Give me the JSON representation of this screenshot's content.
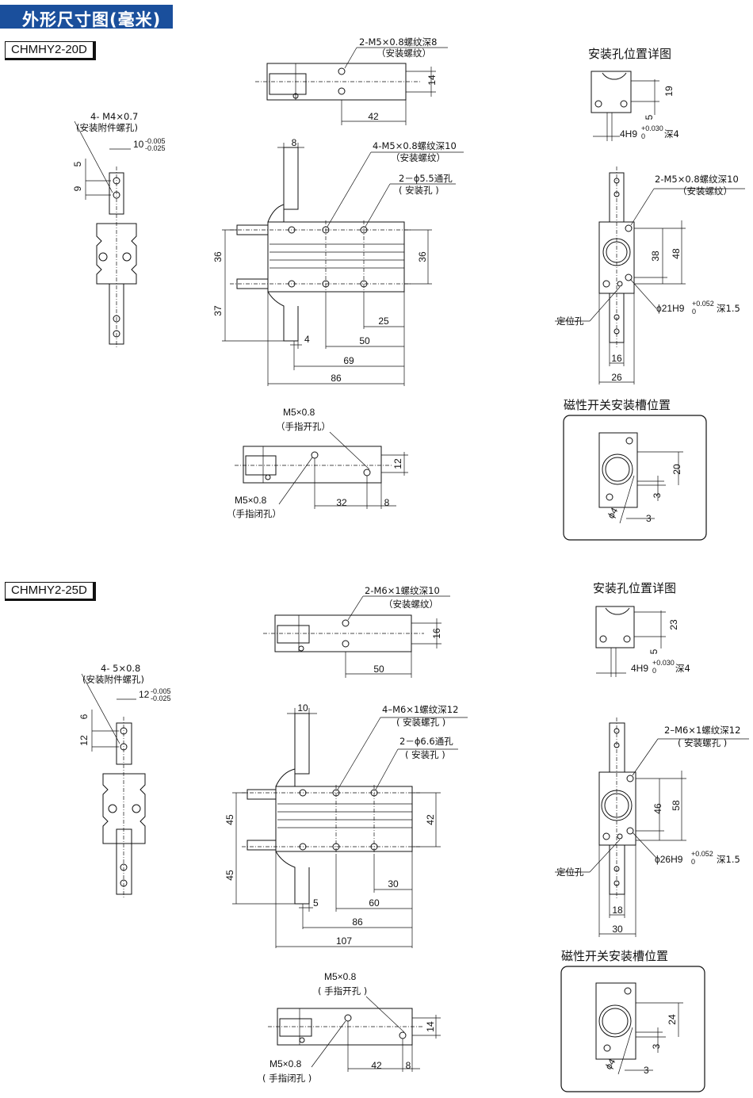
{
  "page_title": "外形尺寸图(毫米)",
  "models": [
    {
      "name": "CHMHY2-20D",
      "top_view": {
        "thread_label": "2-M5×0.8螺纹深8",
        "thread_note": "（安装螺纹）",
        "dim_height": "14",
        "dim_length": "42"
      },
      "detail_view": {
        "title": "安装孔位置详图",
        "dim_19": "19",
        "dim_5": "5",
        "hole_base": "4H9",
        "hole_tol": "+0.030",
        "hole_tol_lo": "0",
        "hole_depth": "深4"
      },
      "side_view": {
        "thread_label": "4- M4×0.7",
        "thread_note": "(安装附件螺孔)",
        "tol_base": "10",
        "tol_hi": "-0.005",
        "tol_lo": "-0.025",
        "dim_5": "5",
        "dim_9": "9"
      },
      "main_view": {
        "thread_label": "4-M5×0.8螺纹深10",
        "thread_note": "（安装螺纹）",
        "hole_label": "2－ϕ5.5通孔",
        "hole_note": "( 安装孔 )",
        "dim_top": "8",
        "dim_left_upper": "36",
        "dim_left_lower": "37",
        "dim_right": "36",
        "dim_25": "25",
        "dim_4": "4",
        "dim_50": "50",
        "dim_69": "69",
        "dim_86": "86"
      },
      "end_view": {
        "thread_label": "2-M5×0.8螺纹深10",
        "thread_note": "（安装螺纹）",
        "dim_38": "38",
        "dim_48": "48",
        "bore_base": "ϕ21H9",
        "bore_tol": "+0.052",
        "bore_tol_lo": "0",
        "bore_depth": "深1.5",
        "locating": "定位孔",
        "dim_16": "16",
        "dim_26": "26"
      },
      "finger_view": {
        "open_label": "M5×0.8",
        "open_note": "（手指开孔）",
        "close_label": "M5×0.8",
        "close_note": "（手指闭孔）",
        "dim_12": "12",
        "dim_32": "32",
        "dim_8": "8"
      },
      "switch_view": {
        "title": "磁性开关安装槽位置",
        "dim_20": "20",
        "dim_3a": "3",
        "dim_phi": "ϕ4",
        "dim_3b": "3"
      }
    },
    {
      "name": "CHMHY2-25D",
      "top_view": {
        "thread_label": "2-M6×1螺纹深10",
        "thread_note": "（安装螺纹）",
        "dim_height": "16",
        "dim_length": "50"
      },
      "detail_view": {
        "title": "安装孔位置详图",
        "dim_23": "23",
        "dim_5": "5",
        "hole_base": "4H9",
        "hole_tol": "+0.030",
        "hole_tol_lo": "0",
        "hole_depth": "深4"
      },
      "side_view": {
        "thread_label": "4- 5×0.8",
        "thread_note": "(安装附件螺孔)",
        "tol_base": "12",
        "tol_hi": "-0.005",
        "tol_lo": "-0.025",
        "dim_6": "6",
        "dim_12": "12"
      },
      "main_view": {
        "thread_label": "4–M6×1螺纹深12",
        "thread_note": "( 安装螺孔 )",
        "hole_label": "2－ϕ6.6通孔",
        "hole_note": "( 安装孔 )",
        "dim_top": "10",
        "dim_left_upper": "45",
        "dim_left_lower": "45",
        "dim_right": "42",
        "dim_30": "30",
        "dim_5": "5",
        "dim_60": "60",
        "dim_86": "86",
        "dim_107": "107"
      },
      "end_view": {
        "thread_label": "2–M6×1螺纹深12",
        "thread_note": "( 安装螺孔 )",
        "dim_46": "46",
        "dim_58": "58",
        "bore_base": "ϕ26H9",
        "bore_tol": "+0.052",
        "bore_tol_lo": "0",
        "bore_depth": "深1.5",
        "locating": "定位孔",
        "dim_18": "18",
        "dim_30": "30"
      },
      "finger_view": {
        "open_label": "M5×0.8",
        "open_note": "( 手指开孔 )",
        "close_label": "M5×0.8",
        "close_note": "( 手指闭孔 )",
        "dim_14": "14",
        "dim_42": "42",
        "dim_8": "8"
      },
      "switch_view": {
        "title": "磁性开关安装槽位置",
        "dim_24": "24",
        "dim_3a": "3",
        "dim_phi": "ϕ4",
        "dim_3b": "3"
      }
    }
  ]
}
